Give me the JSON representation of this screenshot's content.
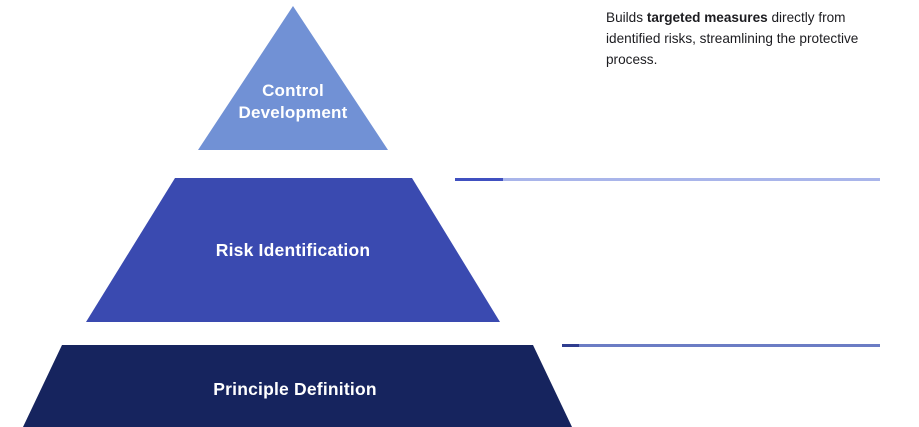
{
  "diagram": {
    "type": "pyramid",
    "title": "",
    "layers": [
      {
        "id": "control-development",
        "label": "Control\nDevelopment",
        "level": 3,
        "position": "top",
        "shape": "triangle",
        "color": "#7191d5",
        "text_color": "#ffffff",
        "callout": {
          "present": true,
          "lead": "Builds ",
          "emphasis": "targeted measures",
          "tail": " directly from identified risks, streamlining the protective process.",
          "full_text": "Builds targeted measures directly from identified risks, streamlining the protective process."
        }
      },
      {
        "id": "risk-identification",
        "label": "Risk Identification",
        "level": 2,
        "position": "middle",
        "shape": "trapezoid",
        "color": "#3a4ab0",
        "text_color": "#ffffff",
        "callout": {
          "present": false,
          "full_text": ""
        }
      },
      {
        "id": "principle-definition",
        "label": "Principle Definition",
        "level": 1,
        "position": "bottom",
        "shape": "trapezoid",
        "color": "#16245e",
        "text_color": "#ffffff",
        "callout": {
          "present": false,
          "full_text": ""
        }
      }
    ],
    "connectors": [
      {
        "id": "connector-middle",
        "stub_color": "#4050c0",
        "rail_color": "#a9b5ea"
      },
      {
        "id": "connector-bottom",
        "stub_color": "#2f3d8f",
        "rail_color": "#6b7cc4"
      }
    ],
    "background_color": "#ffffff"
  }
}
